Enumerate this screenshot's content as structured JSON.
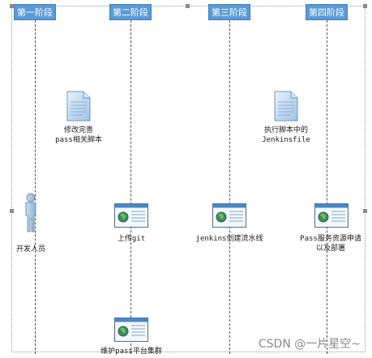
{
  "lanes": [
    {
      "label": "第一阶段"
    },
    {
      "label": "第二阶段"
    },
    {
      "label": "第三阶段"
    },
    {
      "label": "第四阶段"
    }
  ],
  "nodes": {
    "developer": {
      "label": "开发人员",
      "icon": "person-icon"
    },
    "modify_script": {
      "label": "修改完善\npass相关脚本",
      "icon": "document-icon"
    },
    "upload_git": {
      "label": "上传git",
      "icon": "browser-window-icon"
    },
    "maintain_cluster": {
      "label": "维护pass平台集群",
      "icon": "browser-window-icon"
    },
    "jenkins_pipeline": {
      "label": "jenkins创建流水线",
      "icon": "browser-window-icon"
    },
    "exec_jenkinsfile": {
      "label": "执行脚本中的\nJenkinsfile",
      "icon": "document-icon"
    },
    "pass_deploy": {
      "label": "Pass服务资源申请\n以及部署",
      "icon": "browser-window-icon"
    }
  },
  "watermark": "CSDN @一片星空~",
  "colors": {
    "lane_header": "#5b9bd5",
    "window_title": "#4a86c8",
    "globe": "#3c8f4a"
  }
}
